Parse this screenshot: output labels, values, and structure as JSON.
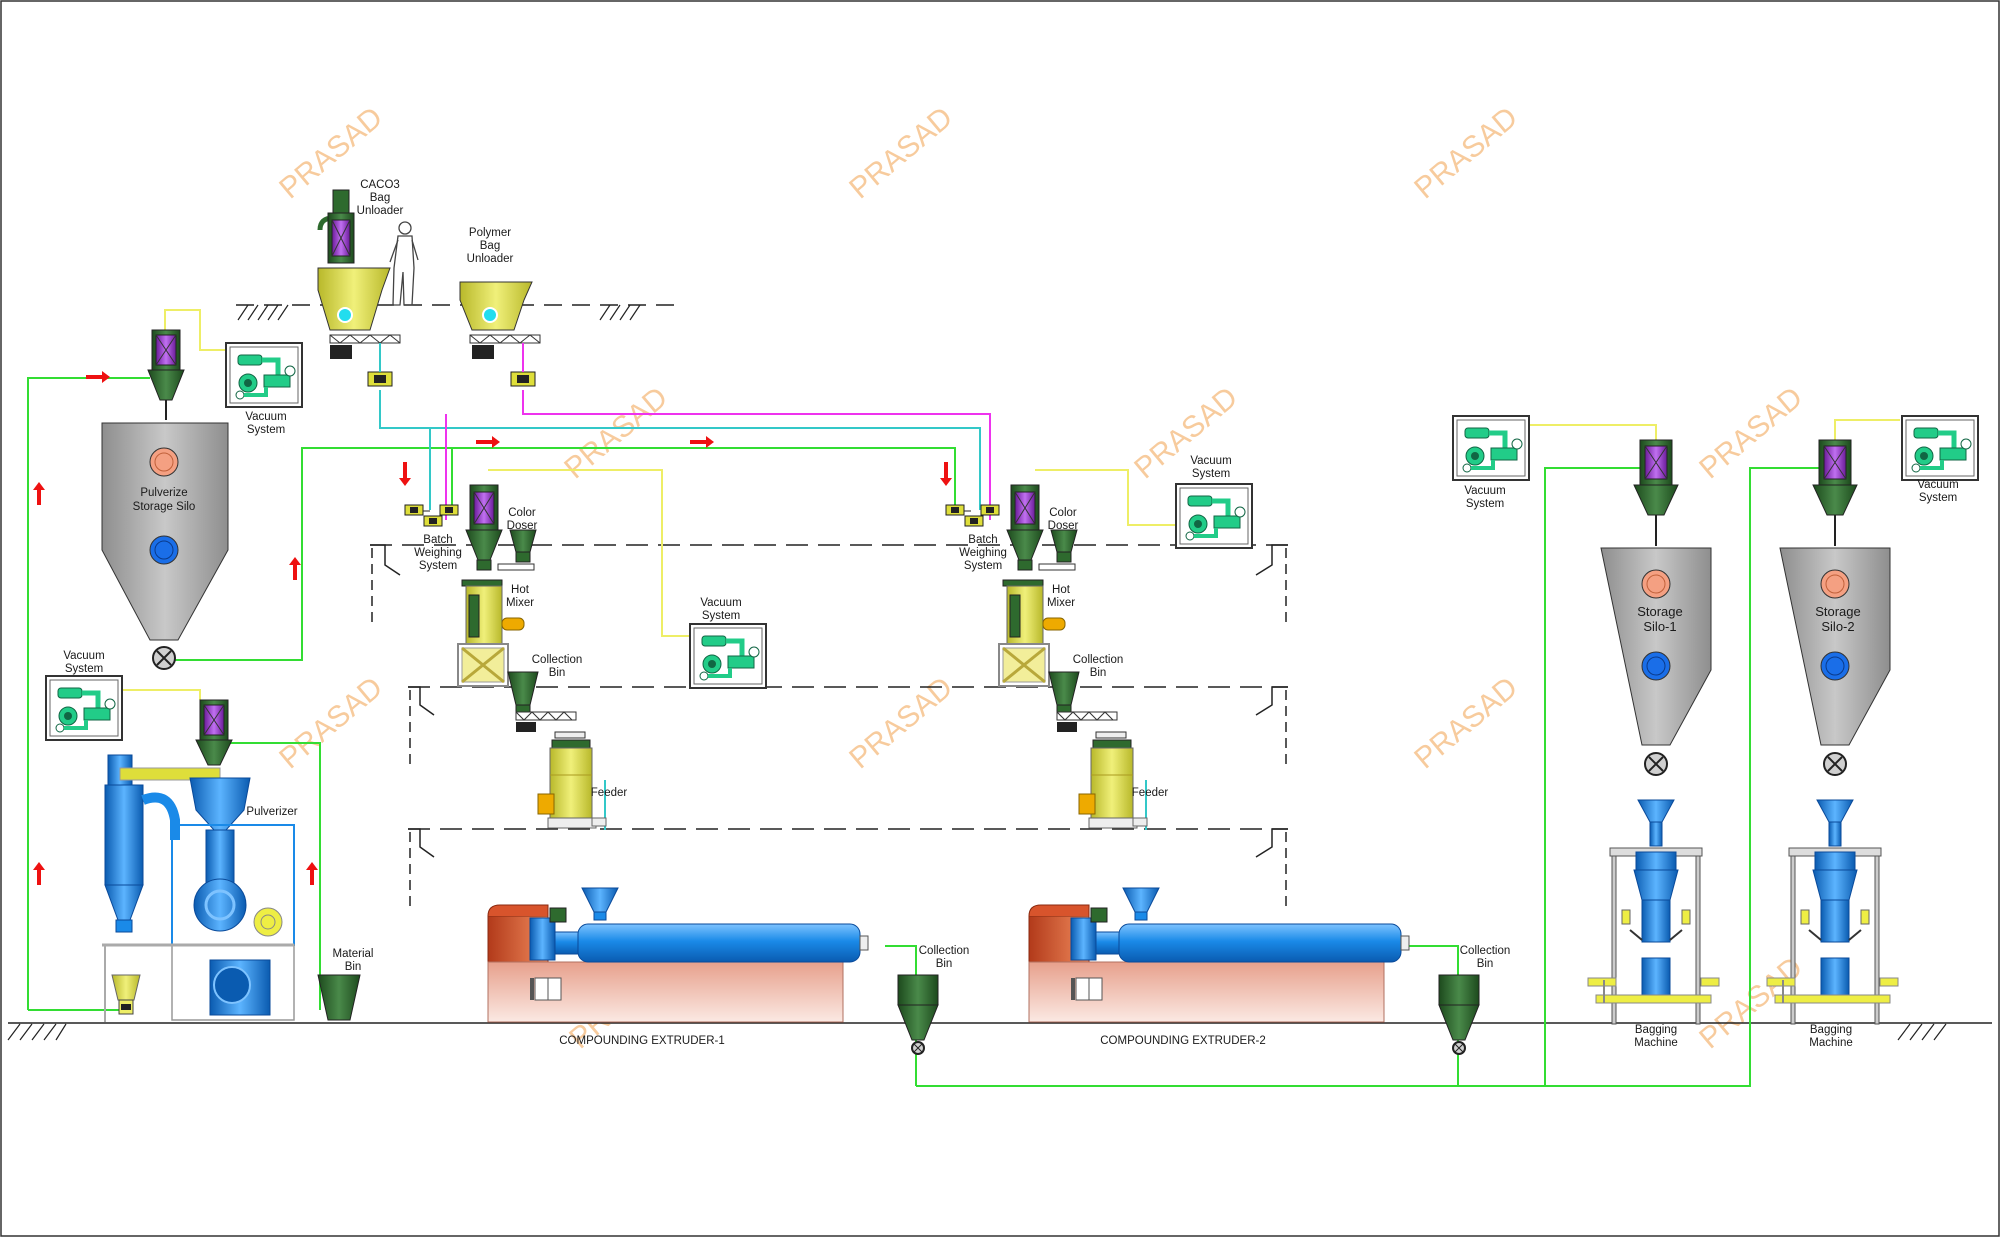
{
  "watermark": "PRASAD",
  "labels": {
    "caco3_unloader": [
      "CACO3",
      "Bag",
      "Unloader"
    ],
    "polymer_unloader": [
      "Polymer",
      "Bag",
      "Unloader"
    ],
    "vacuum": [
      "Vacuum",
      "System"
    ],
    "pulverize_silo": [
      "Pulverize",
      "Storage Silo"
    ],
    "pulverizer": "Pulverizer",
    "material_bin": [
      "Material",
      "Bin"
    ],
    "batch_weighing": [
      "Batch",
      "Weighing",
      "System"
    ],
    "color_doser": [
      "Color",
      "Doser"
    ],
    "hot_mixer": [
      "Hot",
      "Mixer"
    ],
    "collection_bin": [
      "Collection",
      "Bin"
    ],
    "feeder": "Feeder",
    "extruder1": "COMPOUNDING EXTRUDER-1",
    "extruder2": "COMPOUNDING EXTRUDER-2",
    "storage_silo1": [
      "Storage",
      "Silo-1"
    ],
    "storage_silo2": [
      "Storage",
      "Silo-2"
    ],
    "bagging": [
      "Bagging",
      "Machine"
    ]
  },
  "colors": {
    "line_green": "#33dd33",
    "line_cyan": "#33c8c8",
    "line_magenta": "#ee33ee",
    "line_yellow": "#eeee66",
    "equip_yellow": "#dede3a",
    "equip_blue": "#1a8ae8",
    "equip_gray": "#a9a9a9",
    "equip_dkgreen": "#2e6a2e",
    "filter_purple": "#9933cc",
    "arrow_red": "#ee1111",
    "extruder_base": "#f7c8b8",
    "extruder_red": "#d8542c"
  }
}
